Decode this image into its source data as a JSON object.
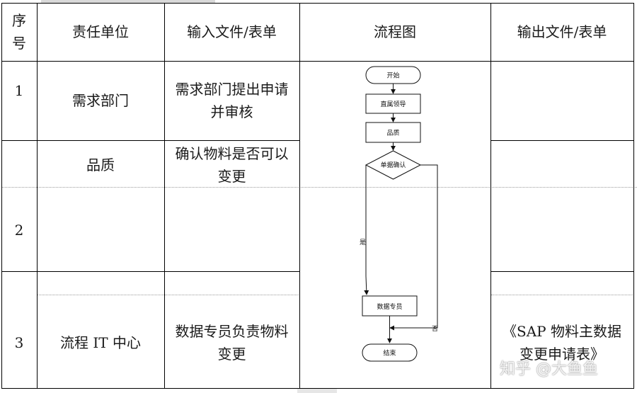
{
  "table": {
    "headers": {
      "seq": "序号",
      "unit": "责任单位",
      "input": "输入文件/表单",
      "flow": "流程图",
      "output": "输出文件/表单"
    },
    "rows": [
      {
        "seq": "1",
        "unit": "需求部门",
        "input_l1": "需求部门提出申请",
        "input_l2": "并审核",
        "output": ""
      },
      {
        "seq": "",
        "unit": "品质",
        "input_l1": "确认物料是否可以",
        "input_l2": "变更",
        "output": ""
      },
      {
        "seq": "2",
        "unit": "",
        "input_l1": "",
        "input_l2": "",
        "output": ""
      },
      {
        "seq": "3",
        "unit": "流程 IT  中心",
        "input_l1": "数据专员负责物料",
        "input_l2": "变更",
        "output_l1": "《SAP 物料主数据",
        "output_l2": "变更申请表》"
      }
    ]
  },
  "flowchart": {
    "start": "开始",
    "supervisor": "直属领导",
    "quality": "品质",
    "decision": "单据确认",
    "yes": "是",
    "no": "否",
    "data_specialist": "数据专员",
    "end": "结束"
  },
  "watermark": {
    "text": "知乎 @大鱼鱼"
  }
}
